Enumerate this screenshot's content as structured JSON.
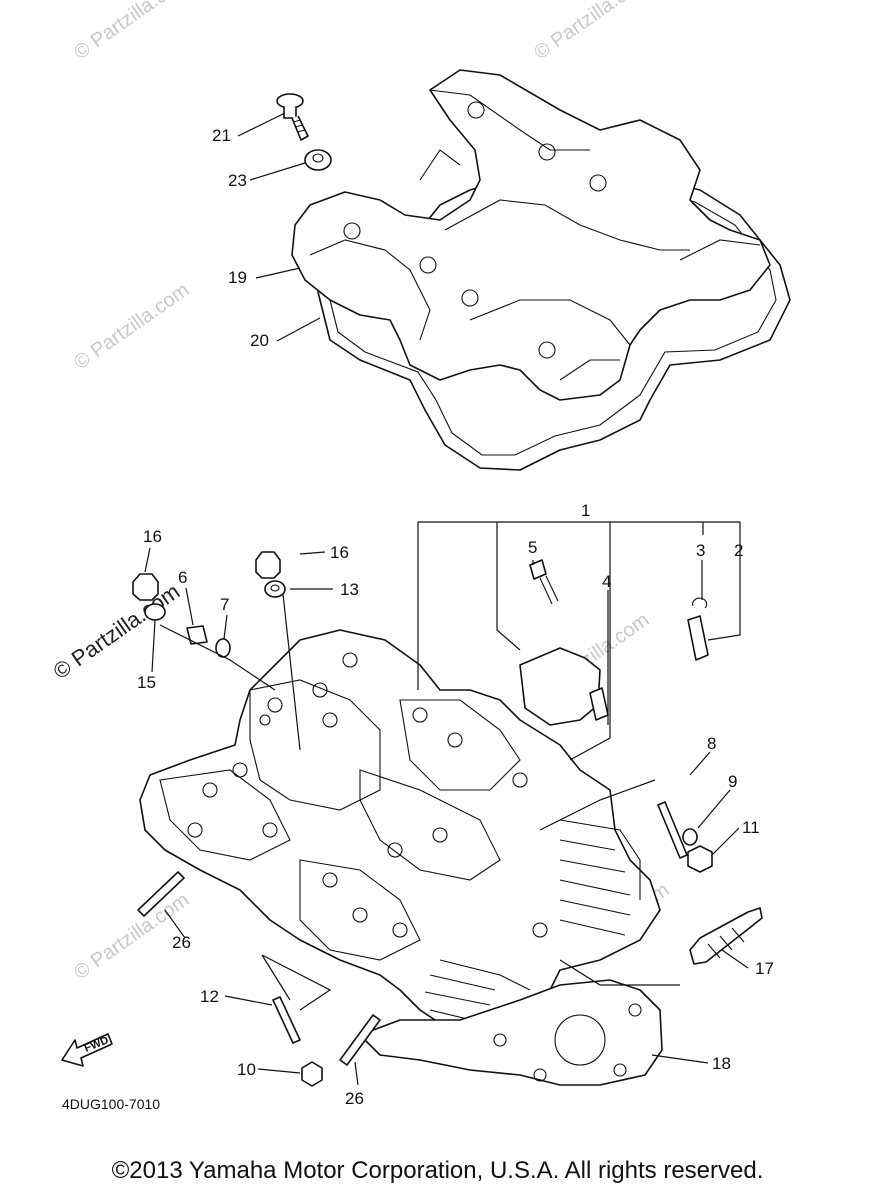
{
  "diagram": {
    "part_number": "4DUG100-7010",
    "fwd_label": "FWD",
    "copyright": "©2013 Yamaha Motor Corporation, U.S.A. All rights reserved.",
    "watermark": "© Partzilla.com",
    "watermark_faint": "© Partzilla.com",
    "callouts": {
      "c1": "1",
      "c2": "2",
      "c3": "3",
      "c4": "4",
      "c5": "5",
      "c6": "6",
      "c7": "7",
      "c8": "8",
      "c9": "9",
      "c10": "10",
      "c11": "11",
      "c12": "12",
      "c13": "13",
      "c15": "15",
      "c16a": "16",
      "c16b": "16",
      "c17": "17",
      "c18": "18",
      "c19": "19",
      "c20": "20",
      "c21": "21",
      "c23": "23",
      "c26a": "26",
      "c26b": "26"
    }
  }
}
